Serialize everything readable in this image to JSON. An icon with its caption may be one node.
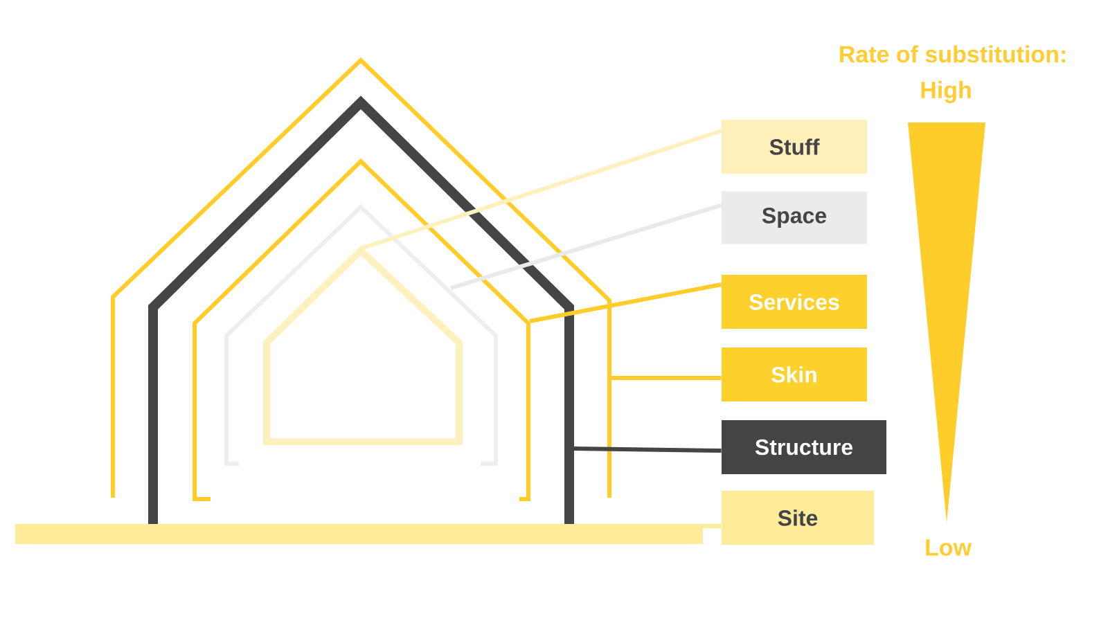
{
  "diagram": {
    "nodes": [
      {
        "text": [
          "Stuff"
        ]
      },
      {
        "text": [
          "Space"
        ]
      },
      {
        "text": [
          "Services"
        ]
      },
      {
        "text": [
          "Skin"
        ]
      },
      {
        "text": [
          "Structure"
        ]
      },
      {
        "text": [
          "Site"
        ]
      }
    ],
    "edges": [
      {
        "from": 0,
        "to": null,
        "arrow": "none",
        "color": "#fff0c0"
      },
      {
        "from": 1,
        "to": null,
        "arrow": "none",
        "color": "#e9e9eb"
      },
      {
        "from": 2,
        "to": null,
        "arrow": "none",
        "color": "#ffcd2a"
      },
      {
        "from": 3,
        "to": null,
        "arrow": "none",
        "color": "#ffcd2a"
      },
      {
        "from": 4,
        "to": null,
        "arrow": "none",
        "color": "#454547"
      },
      {
        "from": 5,
        "to": null,
        "arrow": "none",
        "color": "#ffeb99"
      }
    ],
    "labels": [
      "Rate of substitution:",
      "High",
      "Low"
    ]
  }
}
